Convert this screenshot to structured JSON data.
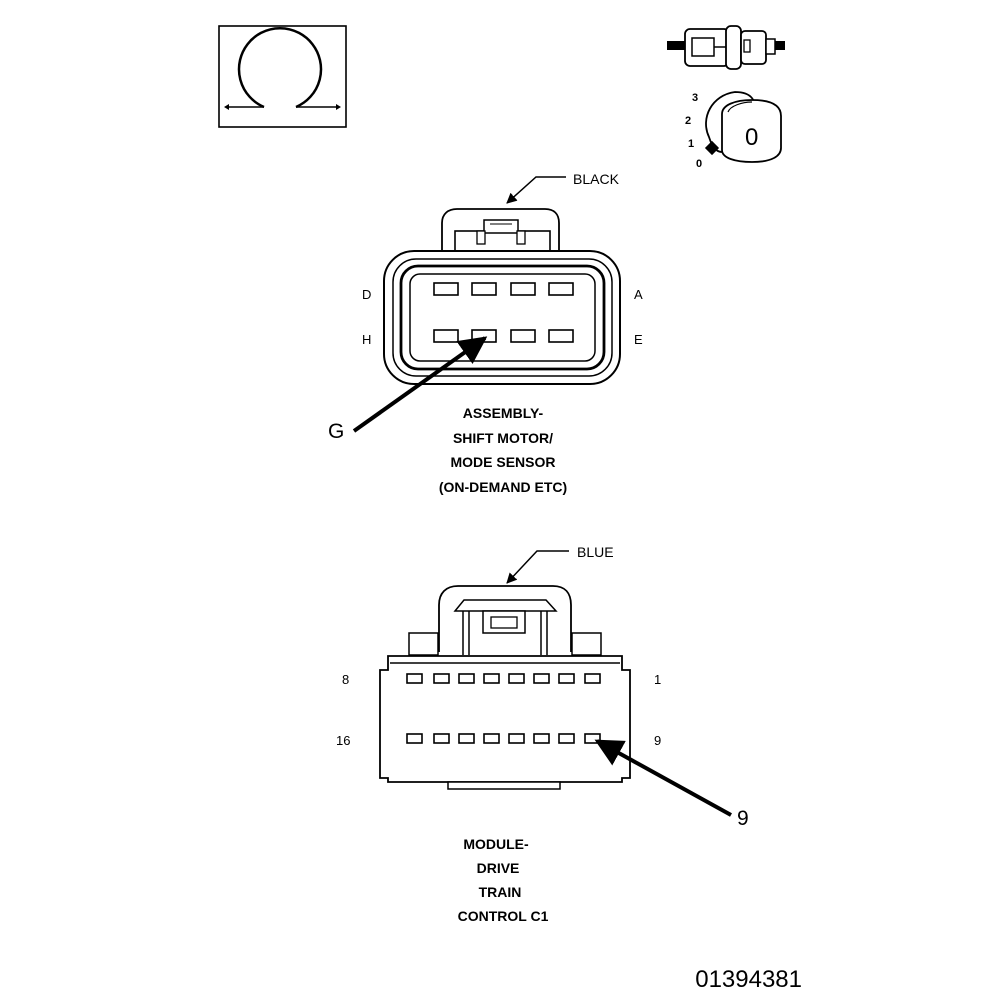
{
  "ohm_meter": {
    "icon": "ohm-symbol-icon"
  },
  "ignition": {
    "positions": [
      "3",
      "2",
      "1",
      "0"
    ],
    "key_label": "0"
  },
  "connector_a": {
    "color": "BLACK",
    "pins_left": [
      "D",
      "H"
    ],
    "pins_right": [
      "A",
      "E"
    ],
    "callout": "G",
    "title_lines": [
      "ASSEMBLY-",
      "SHIFT MOTOR/",
      "MODE SENSOR",
      "(ON-DEMAND ETC)"
    ]
  },
  "connector_b": {
    "color": "BLUE",
    "pins_left": [
      "8",
      "16"
    ],
    "pins_right": [
      "1",
      "9"
    ],
    "callout": "9",
    "title_lines": [
      "MODULE-",
      "DRIVE",
      "TRAIN",
      "CONTROL C1"
    ]
  },
  "figure_number": "01394381"
}
